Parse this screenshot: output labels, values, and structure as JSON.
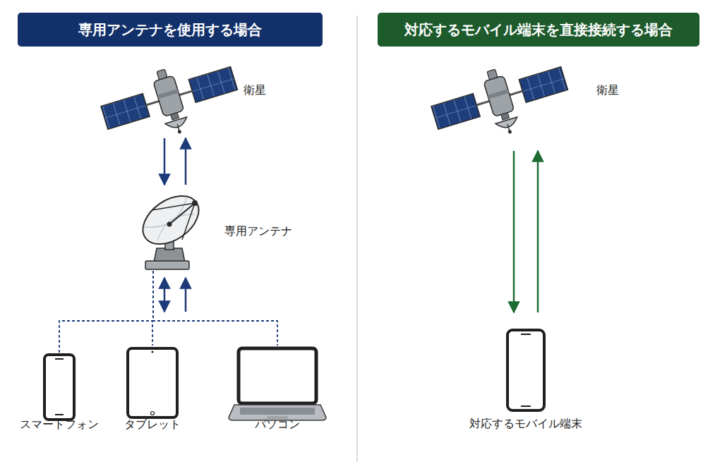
{
  "diagram": {
    "nodes": [
      {
        "text": [
          "専用アンテナを使用する場合"
        ]
      },
      {
        "text": [
          "対応するモバイル端末を直接接続する場合"
        ]
      },
      {
        "text": [
          "衛星"
        ]
      },
      {
        "text": [
          "専用アンテナ"
        ]
      },
      {
        "text": [
          "スマートフォン"
        ]
      },
      {
        "text": [
          "タブレット"
        ]
      },
      {
        "text": [
          "パソコン"
        ]
      },
      {
        "text": [
          "衛星"
        ]
      },
      {
        "text": [
          "対応するモバイル端末"
        ]
      }
    ],
    "edges": [
      {
        "from": 2,
        "to": 3,
        "arrow": "to"
      },
      {
        "from": 3,
        "to": 2,
        "arrow": "to"
      },
      {
        "from": 3,
        "to": 4,
        "arrow": "none"
      },
      {
        "from": 3,
        "to": 5,
        "arrow": "none"
      },
      {
        "from": 3,
        "to": 6,
        "arrow": "none"
      },
      {
        "from": 7,
        "to": 8,
        "arrow": "to"
      },
      {
        "from": 8,
        "to": 7,
        "arrow": "to"
      }
    ]
  }
}
